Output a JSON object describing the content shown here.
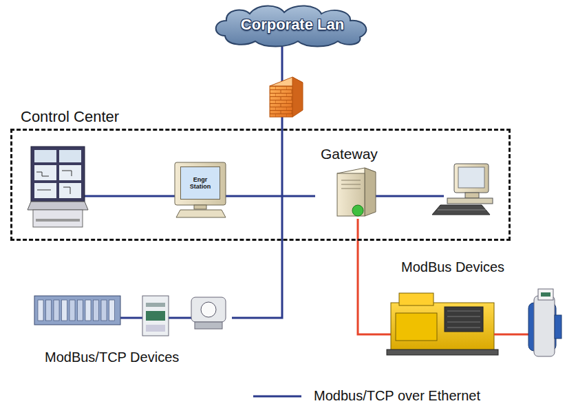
{
  "diagram": {
    "nodes": [
      {
        "text": [
          "Corporate Lan"
        ]
      },
      {
        "text": [
          "Control Center"
        ]
      },
      {
        "text": [
          "Engr Station"
        ],
        "in": 1
      },
      {
        "text": [
          "Gateway"
        ],
        "in": 1
      },
      {
        "text": [
          "ModBus/TCP Devices"
        ]
      },
      {
        "text": [
          "ModBus Devices"
        ]
      }
    ],
    "edges": [
      {
        "from": 0,
        "to": 4,
        "arrow": "none"
      },
      {
        "from": 2,
        "to": 3,
        "arrow": "none"
      },
      {
        "from": 3,
        "to": 5,
        "arrow": "none"
      }
    ],
    "legend": [
      {
        "text": "Modbus/TCP over Ethernet"
      }
    ]
  }
}
